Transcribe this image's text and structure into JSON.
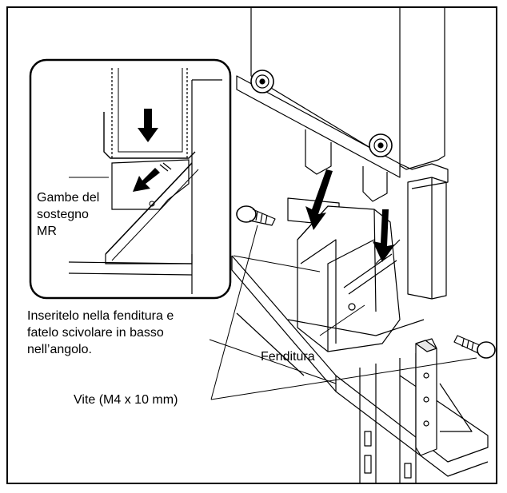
{
  "inset": {
    "legs_label_lines": [
      "Gambe del",
      "sostegno",
      "MR"
    ]
  },
  "callouts": {
    "instruction_lines": [
      "Inseritelo nella fenditura e",
      "fatelo scivolare in basso",
      "nell’angolo."
    ],
    "slot": "Fenditura",
    "screw": "Vite (M4 x 10 mm)"
  },
  "colors": {
    "line": "#000000",
    "background": "#ffffff",
    "shade": "#e6e6e6"
  }
}
